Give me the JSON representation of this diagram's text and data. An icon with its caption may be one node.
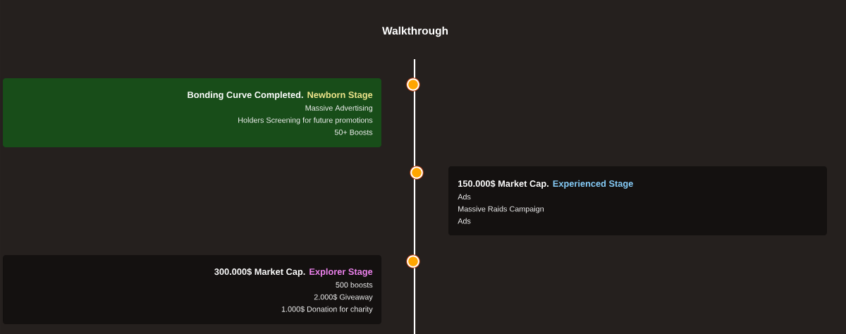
{
  "diagram": {
    "title": "Walkthrough",
    "nodes": [
      {
        "text": [
          "Bonding Curve Completed.",
          "Newborn Stage",
          "Massive Advertising",
          "Holders Screening for future promotions",
          "50+ Boosts"
        ]
      },
      {
        "text": [
          "150.000$ Market Cap.",
          "Experienced Stage",
          "Ads",
          "Massive Raids Campaign",
          "Ads"
        ]
      },
      {
        "text": [
          "300.000$ Market Cap.",
          "Explorer Stage",
          "500 boosts",
          "2.000$ Giveaway",
          "1.000$ Donation for charity"
        ]
      }
    ]
  }
}
